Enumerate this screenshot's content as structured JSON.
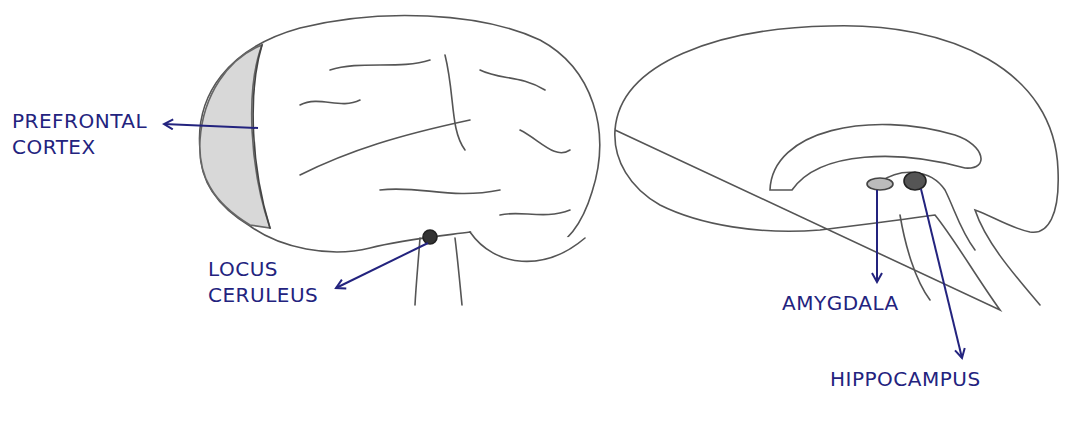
{
  "diagram": {
    "labels": [
      "PREFRONTAL CORTEX",
      "LOCUS CERULEUS",
      "AMYGDALA",
      "HIPPOCAMPUS"
    ]
  }
}
